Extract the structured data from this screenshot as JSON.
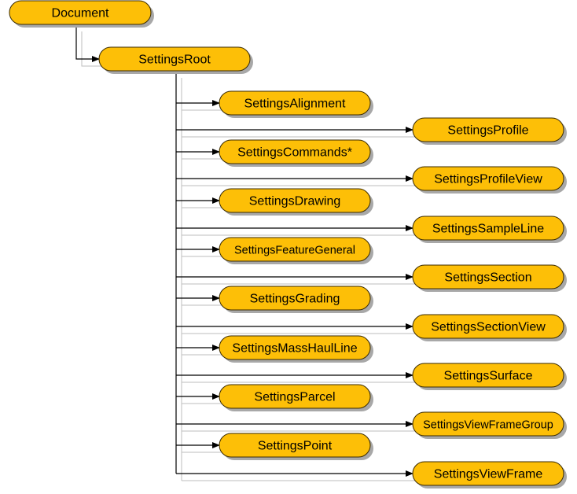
{
  "diagram": {
    "colors": {
      "node_fill": "#fdbf07",
      "node_border": "#3a2a00",
      "shadow": "#a8a8a8",
      "connector": "#000000",
      "connector_shadow": "#bdbdbd"
    },
    "root": {
      "label": "Document"
    },
    "settings_root": {
      "label": "SettingsRoot"
    },
    "left_column": [
      {
        "label": "SettingsAlignment"
      },
      {
        "label": "SettingsCommands*"
      },
      {
        "label": "SettingsDrawing"
      },
      {
        "label": "SettingsFeatureGeneral"
      },
      {
        "label": "SettingsGrading"
      },
      {
        "label": "SettingsMassHaulLine"
      },
      {
        "label": "SettingsParcel"
      },
      {
        "label": "SettingsPoint"
      }
    ],
    "right_column": [
      {
        "label": "SettingsProfile"
      },
      {
        "label": "SettingsProfileView"
      },
      {
        "label": "SettingsSampleLine"
      },
      {
        "label": "SettingsSection"
      },
      {
        "label": "SettingsSectionView"
      },
      {
        "label": "SettingsSurface"
      },
      {
        "label": "SettingsViewFrameGroup"
      },
      {
        "label": "SettingsViewFrame"
      }
    ]
  }
}
